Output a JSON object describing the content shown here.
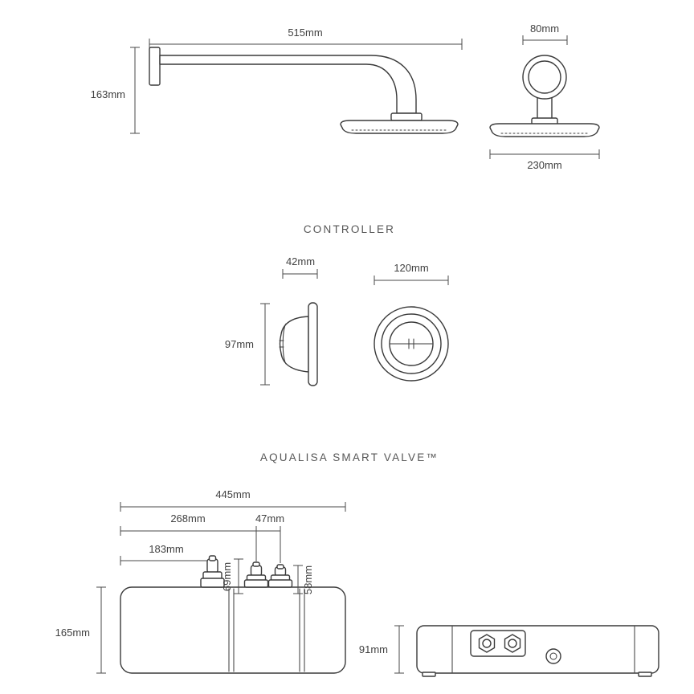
{
  "colors": {
    "background": "#ffffff",
    "line": "#3a3a3a",
    "dimension_text": "#414141",
    "title_text": "#565656"
  },
  "shower_head": {
    "side_view": {
      "arm_length": "515mm",
      "drop_height": "163mm"
    },
    "front_view": {
      "wall_plate_width": "80mm",
      "head_diameter": "230mm"
    }
  },
  "controller": {
    "title": "CONTROLLER",
    "side_view": {
      "depth": "42mm",
      "height": "97mm"
    },
    "front_view": {
      "diameter": "120mm"
    }
  },
  "smart_valve": {
    "title": "AQUALISA SMART VALVE™",
    "front_view": {
      "overall_width": "445mm",
      "second_inlet_offset": "268mm",
      "inlet_spacing": "47mm",
      "first_inlet_offset": "183mm",
      "first_inlet_height": "69mm",
      "last_inlet_height": "58mm",
      "body_height": "165mm"
    },
    "side_view": {
      "depth": "91mm"
    }
  }
}
